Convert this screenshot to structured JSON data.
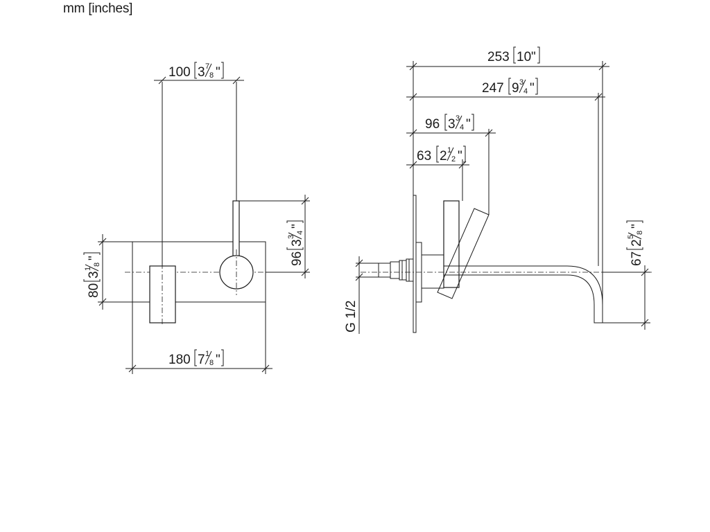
{
  "units_label": "mm [inches]",
  "dimensions": {
    "front_width_top": {
      "mm": "100",
      "in_whole": "3",
      "in_num": "7",
      "in_den": "8"
    },
    "front_width_bottom": {
      "mm": "180",
      "in_whole": "7",
      "in_num": "1",
      "in_den": "8"
    },
    "front_height_left": {
      "mm": "80",
      "in_whole": "3",
      "in_num": "1",
      "in_den": "8"
    },
    "front_height_right": {
      "mm": "96",
      "in_whole": "3",
      "in_num": "3",
      "in_den": "4"
    },
    "side_total": {
      "mm": "253",
      "in_whole": "10",
      "in_num": "",
      "in_den": ""
    },
    "side_spout": {
      "mm": "247",
      "in_whole": "9",
      "in_num": "3",
      "in_den": "4"
    },
    "side_lever": {
      "mm": "96",
      "in_whole": "3",
      "in_num": "3",
      "in_den": "4"
    },
    "side_body": {
      "mm": "63",
      "in_whole": "2",
      "in_num": "1",
      "in_den": "2"
    },
    "side_drop": {
      "mm": "67",
      "in_whole": "2",
      "in_num": "5",
      "in_den": "8"
    }
  },
  "thread_label": "G 1/2"
}
